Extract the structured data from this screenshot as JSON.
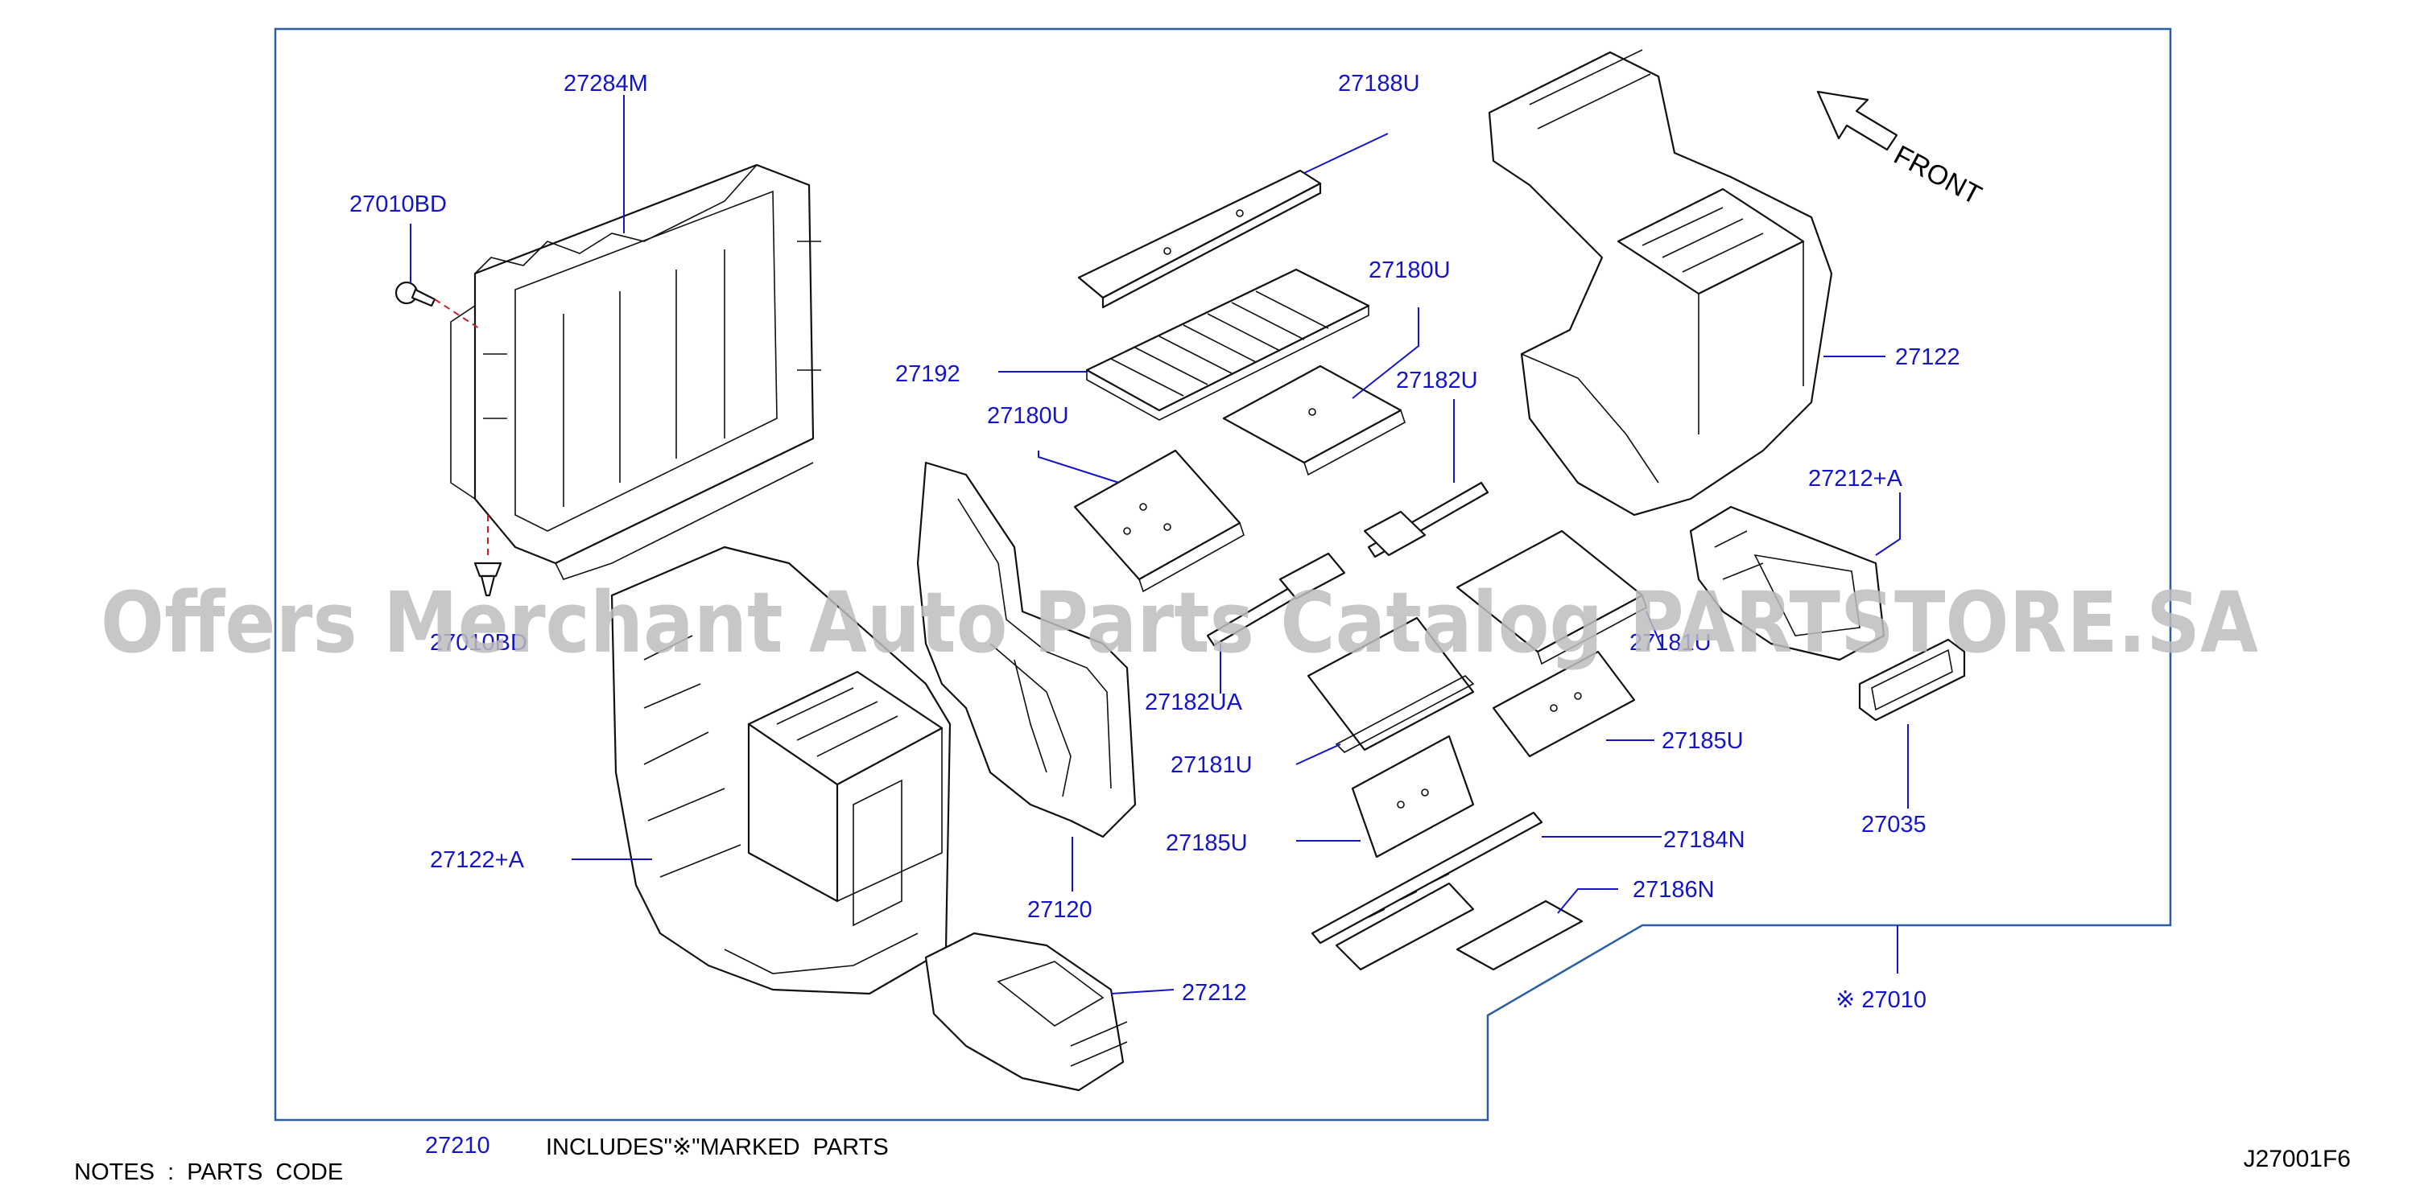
{
  "labels": {
    "l27284M": "27284M",
    "l27010BD_top": "27010BD",
    "l27010BD_bottom": "27010BD",
    "l27188U": "27188U",
    "l27180U_right": "27180U",
    "l27192": "27192",
    "l27182U": "27182U",
    "l27180U_left": "27180U",
    "l27122": "27122",
    "l27212A": "27212+A",
    "l27181U_upper": "27181U",
    "l27182UA": "27182UA",
    "l27181U_lower": "27181U",
    "l27185U_right": "27185U",
    "l27185U_left": "27185U",
    "l27184N": "27184N",
    "l27035": "27035",
    "l27120": "27120",
    "l27122A": "27122+A",
    "l27186N": "27186N",
    "l27212": "27212",
    "l27010": "※ 27010"
  },
  "direction": "FRONT",
  "watermark": "Offers Merchant Auto Parts Catalog PARTSTORE.SA",
  "notes": {
    "prefix": "NOTES  :  PARTS  CODE",
    "code": "27210",
    "suffix": "INCLUDES\"※\"MARKED  PARTS"
  },
  "figure_id": "J27001F6",
  "colors": {
    "label": "#1515c8",
    "frame": "#2a5fa8",
    "line": "#111111",
    "watermark": "#bdbdbd"
  }
}
